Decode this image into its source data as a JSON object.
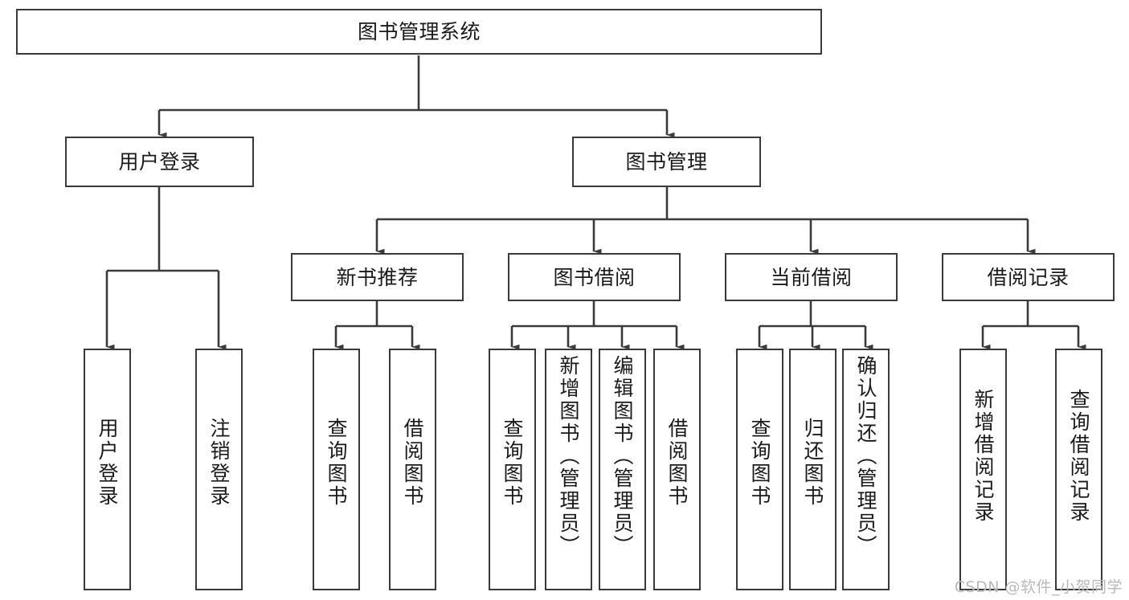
{
  "diagram": {
    "title": "图书管理系统",
    "type": "hierarchy-tree",
    "root": {
      "id": "root",
      "label": "图书管理系统"
    },
    "level2": [
      {
        "id": "user-login",
        "label": "用户登录"
      },
      {
        "id": "book-manage",
        "label": "图书管理"
      }
    ],
    "level3": [
      {
        "id": "new-book-recommend",
        "label": "新书推荐",
        "parent": "book-manage"
      },
      {
        "id": "book-borrow",
        "label": "图书借阅",
        "parent": "book-manage"
      },
      {
        "id": "current-borrow",
        "label": "当前借阅",
        "parent": "book-manage"
      },
      {
        "id": "borrow-record",
        "label": "借阅记录",
        "parent": "book-manage"
      }
    ],
    "leaves": [
      {
        "id": "leaf-user-login",
        "label": "用户登录",
        "parent": "user-login"
      },
      {
        "id": "leaf-logout-login",
        "label": "注销登录",
        "parent": "user-login"
      },
      {
        "id": "leaf-query-book-1",
        "label": "查询图书",
        "parent": "new-book-recommend"
      },
      {
        "id": "leaf-borrow-book-1",
        "label": "借阅图书",
        "parent": "new-book-recommend"
      },
      {
        "id": "leaf-query-book-2",
        "label": "查询图书",
        "parent": "book-borrow"
      },
      {
        "id": "leaf-add-book",
        "label": "新增图书（管理员）",
        "parent": "book-borrow"
      },
      {
        "id": "leaf-edit-book",
        "label": "编辑图书（管理员）",
        "parent": "book-borrow"
      },
      {
        "id": "leaf-borrow-book-2",
        "label": "借阅图书",
        "parent": "book-borrow"
      },
      {
        "id": "leaf-query-book-3",
        "label": "查询图书",
        "parent": "current-borrow"
      },
      {
        "id": "leaf-return-book",
        "label": "归还图书",
        "parent": "current-borrow"
      },
      {
        "id": "leaf-confirm-return",
        "label": "确认归还（管理员）",
        "parent": "current-borrow"
      },
      {
        "id": "leaf-add-record",
        "label": "新增借阅记录",
        "parent": "borrow-record"
      },
      {
        "id": "leaf-query-record",
        "label": "查询借阅记录",
        "parent": "borrow-record"
      }
    ]
  },
  "watermark": {
    "text": "CSDN @软件_小贺同学"
  },
  "colors": {
    "box_border": "#3a3a3a",
    "box_fill": "#ffffff",
    "edge": "#3a3a3a",
    "text": "#1a1a1a",
    "watermark": "#b9b9b9",
    "background": "#ffffff"
  }
}
